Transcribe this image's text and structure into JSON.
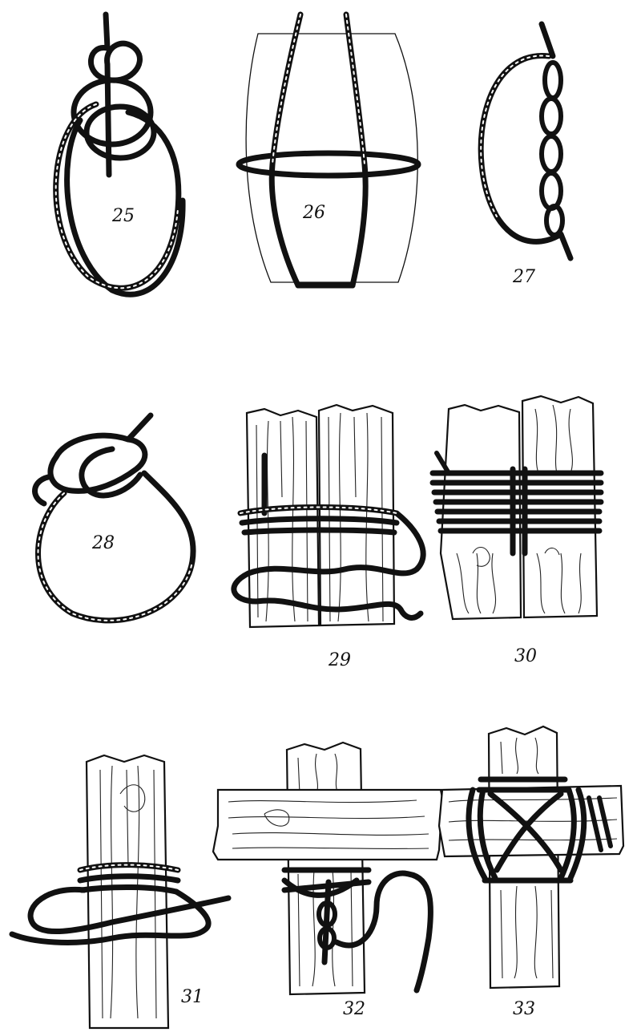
{
  "figures": [
    {
      "id": "25",
      "label": "25"
    },
    {
      "id": "26",
      "label": "26"
    },
    {
      "id": "27",
      "label": "27"
    },
    {
      "id": "28",
      "label": "28"
    },
    {
      "id": "29",
      "label": "29"
    },
    {
      "id": "30",
      "label": "30"
    },
    {
      "id": "31",
      "label": "31"
    },
    {
      "id": "32",
      "label": "32"
    },
    {
      "id": "33",
      "label": "33"
    }
  ],
  "colors": {
    "ink": "#111111",
    "paper": "#ffffff"
  }
}
